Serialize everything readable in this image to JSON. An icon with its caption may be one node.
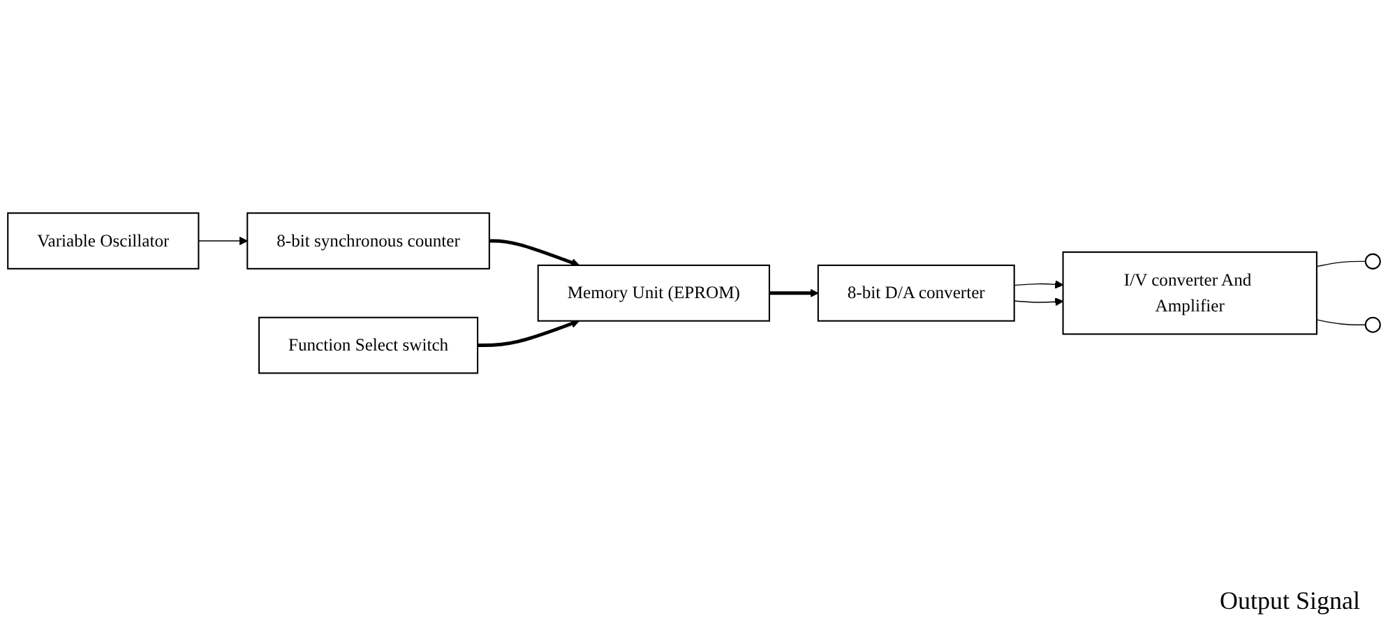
{
  "diagram": {
    "nodes": [
      {
        "text": [
          "Variable Oscillator"
        ]
      },
      {
        "text": [
          "8-bit synchronous counter"
        ]
      },
      {
        "text": [
          "Memory Unit (EPROM)"
        ]
      },
      {
        "text": [
          "8-bit D/A converter"
        ]
      },
      {
        "text": [
          "Function Select switch"
        ]
      },
      {
        "text": [
          "I/V converter And Amplifier"
        ]
      },
      {
        "text": [],
        "shape": "circle"
      },
      {
        "text": [],
        "shape": "circle"
      }
    ],
    "edges": [
      {
        "from": 0,
        "to": 1,
        "arrow": "to"
      },
      {
        "from": 1,
        "to": 2,
        "arrow": "to",
        "style": "thick"
      },
      {
        "from": 4,
        "to": 2,
        "arrow": "to",
        "style": "thick"
      },
      {
        "from": 2,
        "to": 3,
        "arrow": "to",
        "style": "thick"
      },
      {
        "from": 3,
        "to": 5,
        "arrow": "to"
      },
      {
        "from": 3,
        "to": 5,
        "arrow": "to"
      },
      {
        "from": 5,
        "to": 6,
        "arrow": "none"
      },
      {
        "from": 5,
        "to": 7,
        "arrow": "none"
      }
    ],
    "labels": [
      "Output Signal"
    ]
  }
}
